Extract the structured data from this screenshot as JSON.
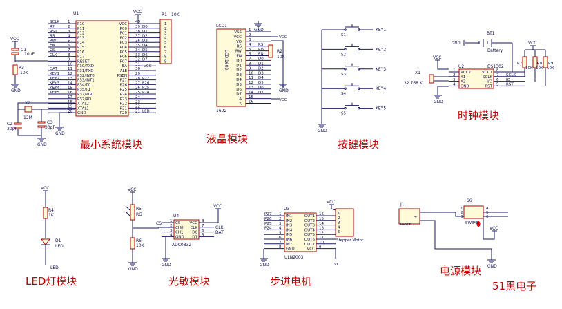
{
  "captions": {
    "mcu": "最小系统模块",
    "lcd": "液晶模块",
    "keys": "按键模块",
    "clock": "时钟模块",
    "led": "LED灯模块",
    "photo": "光敏模块",
    "stepper": "步进电机",
    "power": "电源模块",
    "brand": "51黑电子"
  },
  "mcu": {
    "ref": "U1",
    "left_pins": [
      {
        "name": "SCLK",
        "num": "1",
        "fn": "P10"
      },
      {
        "name": "R?",
        "num": "2",
        "fn": "P11"
      },
      {
        "name": "RST",
        "num": "3",
        "fn": "P12"
      },
      {
        "name": "RS",
        "num": "4",
        "fn": "P13"
      },
      {
        "name": "RW",
        "num": "5",
        "fn": "P14"
      },
      {
        "name": "EN",
        "num": "6",
        "fn": "P15"
      },
      {
        "name": "CS",
        "num": "7",
        "fn": "P16"
      },
      {
        "name": "CLK",
        "num": "8",
        "fn": "P17"
      },
      {
        "name": "",
        "num": "9",
        "fn": "RESET"
      },
      {
        "name": "",
        "num": "10",
        "fn": "P30/RXD"
      },
      {
        "name": "DAT",
        "num": "11",
        "fn": "P31/TXD"
      },
      {
        "name": "KEY1",
        "num": "12",
        "fn": "P32/INT0"
      },
      {
        "name": "KEY2",
        "num": "13",
        "fn": "P33/INT1"
      },
      {
        "name": "KEY3",
        "num": "14",
        "fn": "P34/T0"
      },
      {
        "name": "KEY4",
        "num": "15",
        "fn": "P35/T1"
      },
      {
        "name": "KEY5",
        "num": "16",
        "fn": "P37/WR"
      },
      {
        "name": "",
        "num": "17",
        "fn": "P37/RD"
      },
      {
        "name": "",
        "num": "18",
        "fn": "XTAL2"
      },
      {
        "name": "",
        "num": "19",
        "fn": "XTAL1"
      },
      {
        "name": "",
        "num": "20",
        "fn": "GND"
      }
    ],
    "right_pins": [
      {
        "fn": "VCC",
        "num": "40",
        "net": ""
      },
      {
        "fn": "P00",
        "num": "39",
        "net": "D0"
      },
      {
        "fn": "P01",
        "num": "38",
        "net": "D1"
      },
      {
        "fn": "P02",
        "num": "37",
        "net": "D2"
      },
      {
        "fn": "P03",
        "num": "36",
        "net": "D3"
      },
      {
        "fn": "P04",
        "num": "35",
        "net": "D4"
      },
      {
        "fn": "P05",
        "num": "34",
        "net": "D5"
      },
      {
        "fn": "P06",
        "num": "33",
        "net": "D6"
      },
      {
        "fn": "P07",
        "num": "32",
        "net": "D7"
      },
      {
        "fn": "EA",
        "num": "31",
        "net": ""
      },
      {
        "fn": "ALE",
        "num": "30",
        "net": ""
      },
      {
        "fn": "PSEN",
        "num": "29",
        "net": ""
      },
      {
        "fn": "P27",
        "num": "28",
        "net": "P27"
      },
      {
        "fn": "P26",
        "num": "27",
        "net": "P26"
      },
      {
        "fn": "P25",
        "num": "26",
        "net": "P25"
      },
      {
        "fn": "P24",
        "num": "25",
        "net": "P24"
      },
      {
        "fn": "P23",
        "num": "24",
        "net": ""
      },
      {
        "fn": "P22",
        "num": "23",
        "net": ""
      },
      {
        "fn": "P21",
        "num": "22",
        "net": ""
      },
      {
        "fn": "P20",
        "num": "21",
        "net": "LED"
      }
    ],
    "r1": "R1",
    "r1_val": "10K",
    "r1_pins": [
      "1",
      "2",
      "3",
      "4",
      "5",
      "6",
      "7",
      "8",
      "9"
    ],
    "c1": "C1",
    "c1_val": "10uF",
    "r3": "R3",
    "r3_val": "10K",
    "x2": "X2",
    "x2_val": "12M",
    "c2": "C2",
    "c2_val": "30pF",
    "c3": "C3",
    "c3_val": "30pF",
    "vcc": "VCC",
    "gnd": "GND"
  },
  "lcd": {
    "ref": "LCD1",
    "name": "LCD 1602",
    "part": "1602",
    "pins": [
      {
        "fn": "VSS",
        "num": "1",
        "net": ""
      },
      {
        "fn": "VCC",
        "num": "2",
        "net": "VCC"
      },
      {
        "fn": "VO",
        "num": "3",
        "net": ""
      },
      {
        "fn": "RS",
        "num": "4",
        "net": "RS"
      },
      {
        "fn": "RW",
        "num": "5",
        "net": "RW"
      },
      {
        "fn": "EN",
        "num": "6",
        "net": "EN"
      },
      {
        "fn": "D0",
        "num": "7",
        "net": "D0"
      },
      {
        "fn": "D1",
        "num": "8",
        "net": "D1"
      },
      {
        "fn": "D2",
        "num": "9",
        "net": "D2"
      },
      {
        "fn": "D3",
        "num": "10",
        "net": "D3"
      },
      {
        "fn": "D4",
        "num": "11",
        "net": "D4"
      },
      {
        "fn": "D5",
        "num": "12",
        "net": "D5"
      },
      {
        "fn": "D6",
        "num": "13",
        "net": "D6"
      },
      {
        "fn": "D7",
        "num": "14",
        "net": "D7"
      },
      {
        "fn": "A",
        "num": "15",
        "net": "VCC"
      },
      {
        "fn": "K",
        "num": "16",
        "net": ""
      }
    ],
    "r2": "R2",
    "r2_val": "10K",
    "gnd": "GND"
  },
  "keys": {
    "gnd": "GND",
    "items": [
      {
        "ref": "S1",
        "net": "KEY1"
      },
      {
        "ref": "S2",
        "net": "KEY2"
      },
      {
        "ref": "S3",
        "net": "KEY3"
      },
      {
        "ref": "S4",
        "net": "KEY4"
      },
      {
        "ref": "S5",
        "net": "KEY5"
      }
    ]
  },
  "clock": {
    "bt": "BT1",
    "bt_name": "Battery",
    "gnd": "GND",
    "vcc": "VCC",
    "ref": "U2",
    "part": "DS1302",
    "left_pins": [
      {
        "num": "1",
        "fn": "VCC2"
      },
      {
        "num": "2",
        "fn": "X1"
      },
      {
        "num": "3",
        "fn": "X2"
      },
      {
        "num": "4",
        "fn": "GND"
      }
    ],
    "right_pins": [
      {
        "num": "8",
        "fn": "VCC1",
        "net": ""
      },
      {
        "num": "7",
        "fn": "SCLK",
        "net": "SCLK"
      },
      {
        "num": "6",
        "fn": "I/O",
        "net": "IO"
      },
      {
        "num": "5",
        "fn": "RST",
        "net": "RST"
      }
    ],
    "x1": "X1",
    "x1_val": "32.768 K",
    "r7": "R7",
    "r8": "R8",
    "r9": "R9",
    "rval": "10K"
  },
  "led": {
    "vcc": "VCC",
    "r4": "R4",
    "r4_val": "1K",
    "d1": "D1",
    "d1_name": "LED",
    "net": "LED"
  },
  "photo": {
    "vcc": "VCC",
    "r5": "R5",
    "r5_val": "RG",
    "r6": "R6",
    "r6_val": "10K",
    "gnd": "GND",
    "ref": "U4",
    "part": "ADC0832",
    "cs": "CS",
    "left_pins": [
      {
        "num": "1",
        "fn": "CS"
      },
      {
        "num": "2",
        "fn": "CH0"
      },
      {
        "num": "3",
        "fn": "CH1"
      },
      {
        "num": "4",
        "fn": "GND"
      }
    ],
    "right_pins": [
      {
        "num": "8",
        "fn": "VCC"
      },
      {
        "num": "7",
        "fn": "CLK"
      },
      {
        "num": "6",
        "fn": "D0"
      },
      {
        "num": "5",
        "fn": "D1"
      }
    ],
    "clk": "CLK",
    "dat": "DAT"
  },
  "stepper": {
    "ref": "U3",
    "part": "ULN2003",
    "left_pins": [
      {
        "net": "P27",
        "num": "1",
        "fn": "IN1"
      },
      {
        "net": "P26",
        "num": "2",
        "fn": "IN2"
      },
      {
        "net": "P25",
        "num": "3",
        "fn": "IN3"
      },
      {
        "net": "P24",
        "num": "4",
        "fn": "IN4"
      },
      {
        "net": "",
        "num": "5",
        "fn": "IN5"
      },
      {
        "net": "",
        "num": "6",
        "fn": "IN6"
      },
      {
        "net": "",
        "num": "7",
        "fn": "IN7"
      },
      {
        "net": "",
        "num": "8",
        "fn": "GND"
      }
    ],
    "right_pins": [
      {
        "num": "16",
        "fn": "OUT1"
      },
      {
        "num": "15",
        "fn": "OUT2"
      },
      {
        "num": "14",
        "fn": "OUT3"
      },
      {
        "num": "13",
        "fn": "OUT4"
      },
      {
        "num": "12",
        "fn": "OUT5"
      },
      {
        "num": "11",
        "fn": "OUT6"
      },
      {
        "num": "10",
        "fn": "OUT7"
      },
      {
        "num": "9",
        "fn": "VCC"
      }
    ],
    "motor": "Stepper Motor",
    "motor_pins": [
      "1",
      "2",
      "3",
      "4",
      "5"
    ],
    "gnd": "GND",
    "vcc": "VCC"
  },
  "power": {
    "j1": "J1",
    "j1_name": "power",
    "plus": "+",
    "s6": "S6",
    "s6_name": "SW8*8",
    "pins": [
      "1",
      "2",
      "3",
      "4",
      "5",
      "6"
    ],
    "vcc": "VCC",
    "gnd": "GND"
  }
}
